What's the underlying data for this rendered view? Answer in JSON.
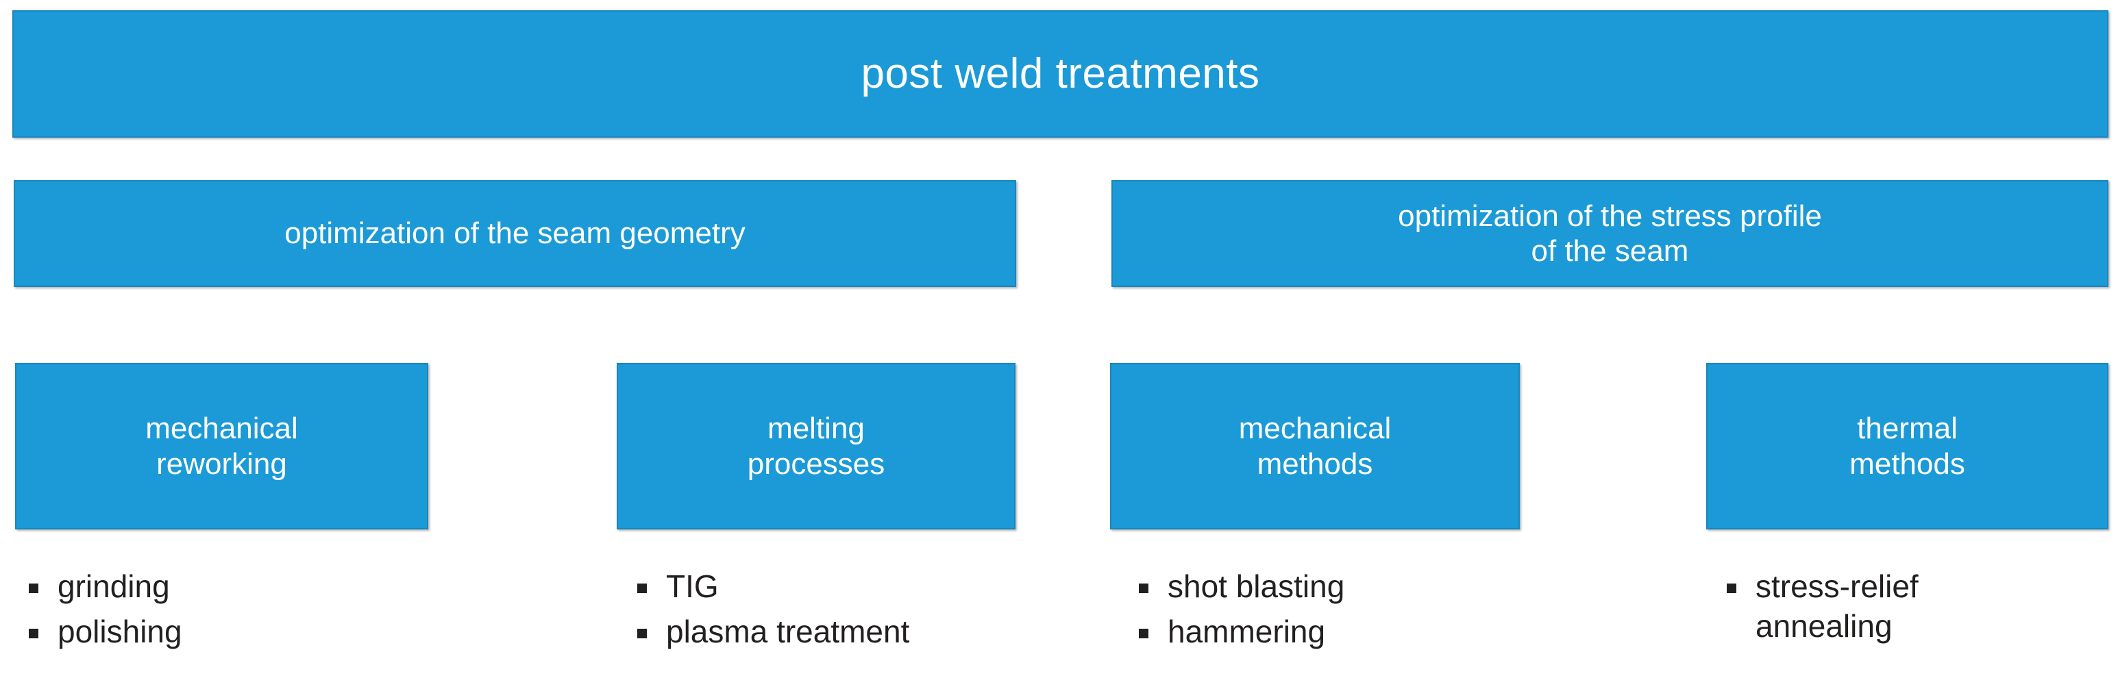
{
  "theme": {
    "box_fill": "#1B9AD7",
    "box_border": "#1887BD",
    "box_text": "#FFFFFF",
    "bullet_text": "#221F1F",
    "background": "#FFFFFF"
  },
  "diagram": {
    "type": "hierarchy-tree",
    "root": {
      "label": "post weld treatments"
    },
    "branches": [
      {
        "label": "optimization of the seam geometry",
        "categories": [
          {
            "label": "mechanical\nreworking",
            "items": [
              "grinding",
              "polishing"
            ]
          },
          {
            "label": "melting\nprocesses",
            "items": [
              "TIG",
              "plasma treatment"
            ]
          }
        ]
      },
      {
        "label": "optimization of the stress profile\nof the seam",
        "categories": [
          {
            "label": "mechanical\nmethods",
            "items": [
              "shot blasting",
              "hammering"
            ]
          },
          {
            "label": "thermal\nmethods",
            "items": [
              "stress-relief\nannealing"
            ]
          }
        ]
      }
    ]
  }
}
